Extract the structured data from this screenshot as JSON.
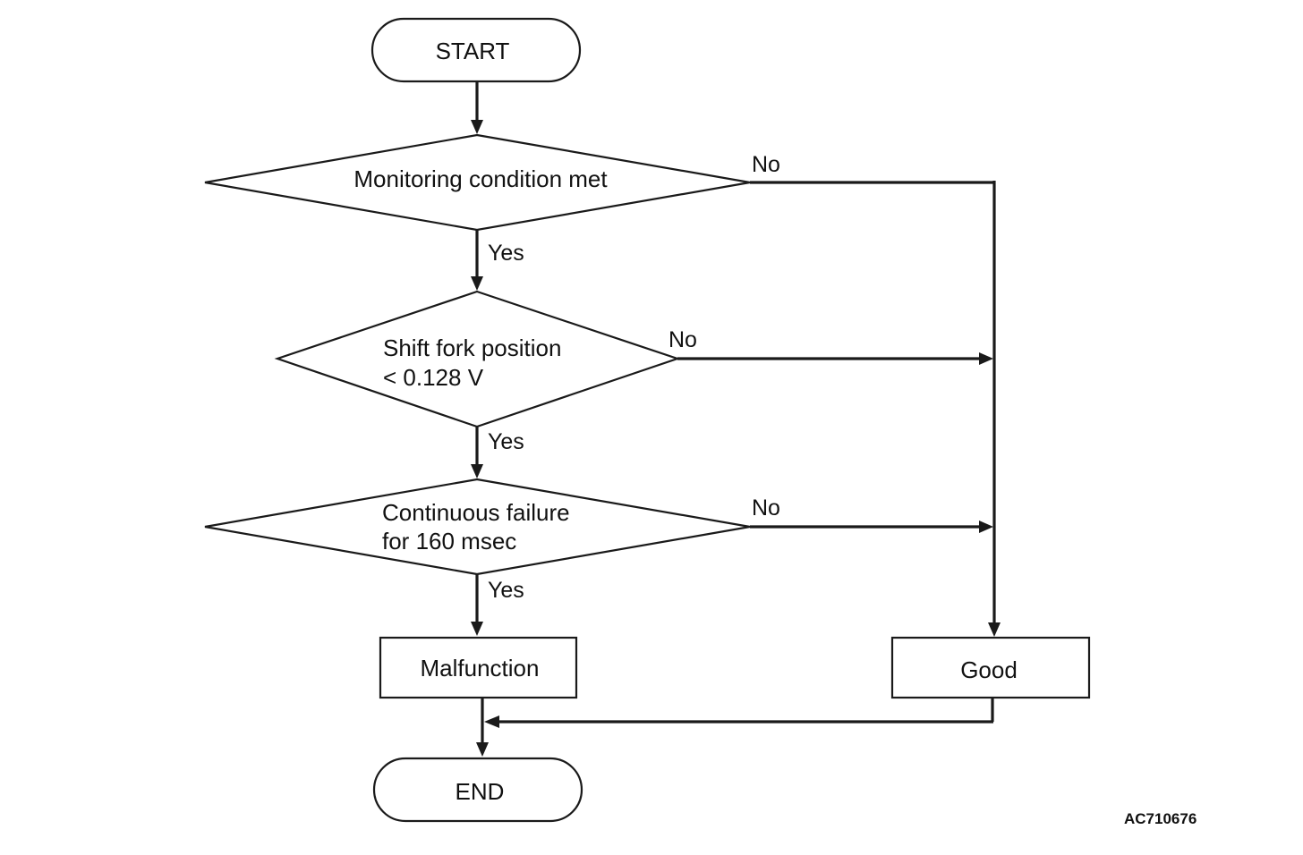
{
  "flowchart": {
    "start_label": "START",
    "end_label": "END",
    "decision1": {
      "label": "Monitoring condition met",
      "yes_label": "Yes",
      "no_label": "No"
    },
    "decision2": {
      "line1": "Shift fork position",
      "line2": "< 0.128 V",
      "yes_label": "Yes",
      "no_label": "No"
    },
    "decision3": {
      "line1": "Continuous failure",
      "line2": "for 160 msec",
      "yes_label": "Yes",
      "no_label": "No"
    },
    "malfunction_label": "Malfunction",
    "good_label": "Good"
  },
  "figure_id": "AC710676"
}
